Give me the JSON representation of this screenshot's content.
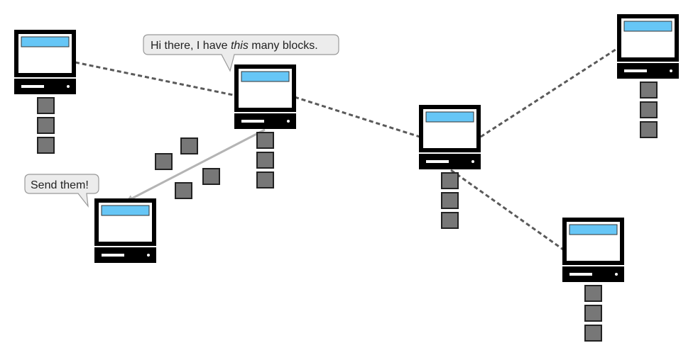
{
  "colors": {
    "screen": "#66c6f6",
    "block_fill": "#777777",
    "link_line": "#5a5a5a",
    "transfer_arrow": "#b4b4b4",
    "bubble_fill": "#ececec"
  },
  "bubbles": {
    "announce": {
      "prefix": "Hi there, I have ",
      "emphasis": "this",
      "suffix": " many blocks."
    },
    "request": {
      "text": "Send them!"
    }
  },
  "nodes": [
    {
      "id": "node-top-left",
      "blocks": 3
    },
    {
      "id": "node-announcer",
      "blocks": 3
    },
    {
      "id": "node-requester",
      "blocks": 0
    },
    {
      "id": "node-center",
      "blocks": 3
    },
    {
      "id": "node-top-right",
      "blocks": 3
    },
    {
      "id": "node-bottom-right",
      "blocks": 3
    }
  ],
  "links": [
    {
      "from": "node-top-left",
      "to": "node-announcer",
      "style": "dashed"
    },
    {
      "from": "node-announcer",
      "to": "node-center",
      "style": "dashed"
    },
    {
      "from": "node-center",
      "to": "node-top-right",
      "style": "dashed"
    },
    {
      "from": "node-center",
      "to": "node-bottom-right",
      "style": "dashed"
    },
    {
      "from": "node-announcer",
      "to": "node-requester",
      "style": "arrow"
    }
  ],
  "blocks_in_transit": 4
}
